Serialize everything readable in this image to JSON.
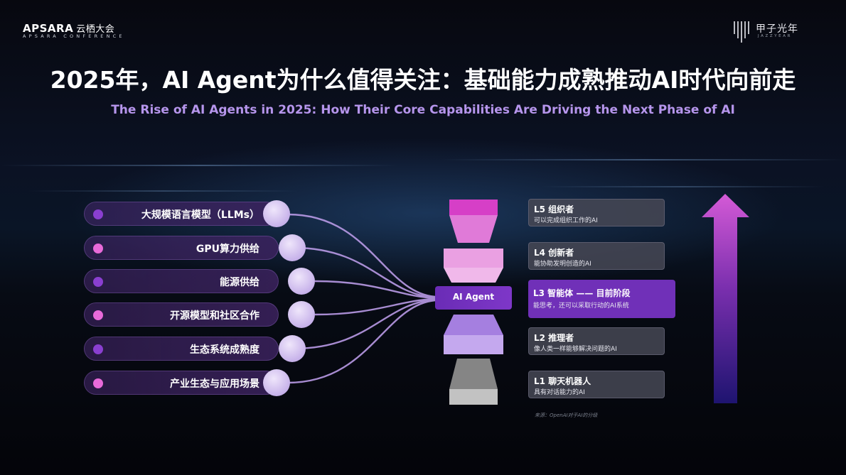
{
  "header": {
    "logo_left": "APSARA",
    "logo_left_cn": "云栖大会",
    "logo_left_sub": "APSARA CONFERENCE",
    "logo_right_cn": "甲子光年",
    "logo_right_en": "JAZZYEAR"
  },
  "title": "2025年，AI Agent为什么值得关注：基础能力成熟推动AI时代向前走",
  "subtitle": "The Rise of AI Agents in 2025: How Their Core Capabilities Are Driving the Next Phase of AI",
  "factors": [
    {
      "label": "大规模语言模型（LLMs）",
      "dot_color": "#8a3fd0"
    },
    {
      "label": "GPU算力供给",
      "dot_color": "#e86ad9"
    },
    {
      "label": "能源供给",
      "dot_color": "#8a3fd0"
    },
    {
      "label": "开源模型和社区合作",
      "dot_color": "#e86ad9"
    },
    {
      "label": "生态系统成熟度",
      "dot_color": "#8a3fd0"
    },
    {
      "label": "产业生态与应用场景",
      "dot_color": "#e86ad9"
    }
  ],
  "center": {
    "label": "AI Agent"
  },
  "levels": [
    {
      "title": "L5 组织者",
      "desc": "可以完成组织工作的AI"
    },
    {
      "title": "L4 创新者",
      "desc": "能协助发明创造的AI"
    },
    {
      "title": "L3 智能体 —— 目前阶段",
      "desc": "能思考，还可以采取行动的AI系统",
      "active": true
    },
    {
      "title": "L2 推理者",
      "desc": "像人类一样能够解决问题的AI"
    },
    {
      "title": "L1 聊天机器人",
      "desc": "具有对话能力的AI"
    }
  ],
  "source": "来源：OpenAI对于AI的分级",
  "colors": {
    "accent_purple": "#7030b8",
    "magenta": "#d63fc7",
    "arrow_top": "#d45ad6",
    "arrow_bottom": "#1e1470"
  }
}
